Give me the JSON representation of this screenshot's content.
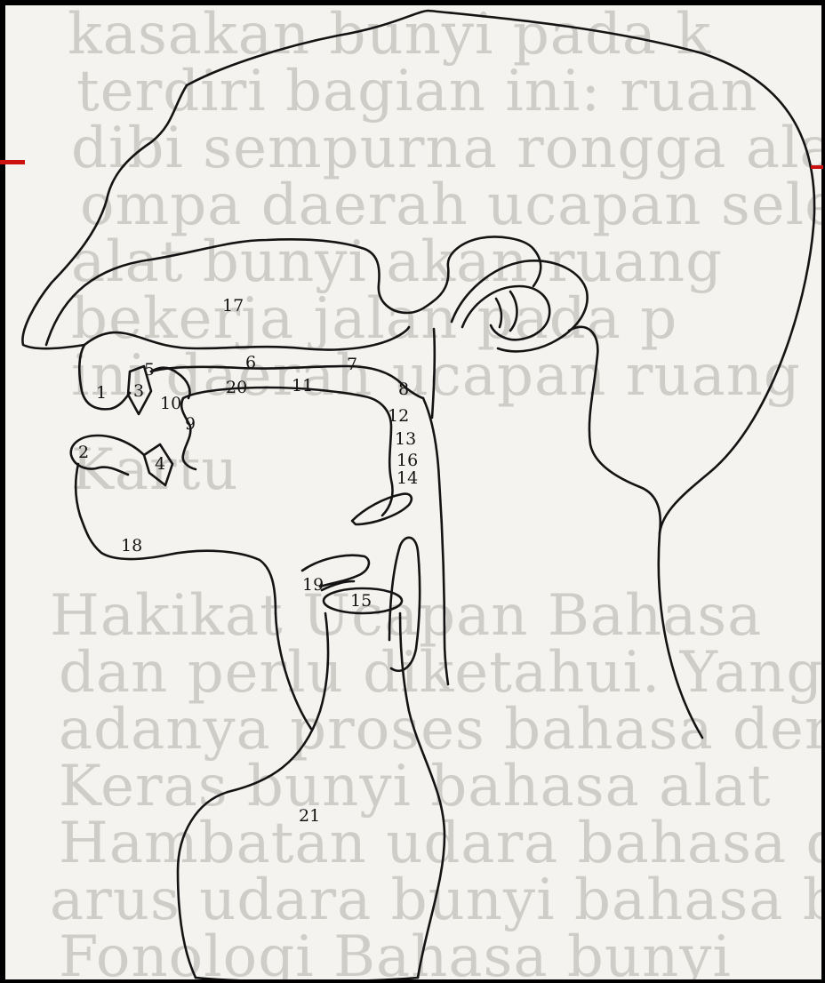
{
  "background_text": {
    "lines": [
      "kasakan bunyi pada k",
      "terdiri bagian ini: ruan",
      "dibi sempurna rongga alat",
      "ompa daerah ucapan sele",
      "alat bunyi akan ruang",
      "bekerja jalan pada p",
      "ini daerah ucapan ruang",
      "Kartu",
      "Hakikat Ucapan Bahasa",
      "dan perlu diketahui. Yang",
      "adanya proses bahasa dengan",
      "Keras bunyi bahasa alat",
      "Hambatan udara bahasa dan",
      "arus udara bunyi bahasa bel",
      "Fonologi Bahasa bunyi"
    ]
  },
  "diagram": {
    "labels": [
      {
        "id": "1",
        "text": "1"
      },
      {
        "id": "2",
        "text": "2"
      },
      {
        "id": "3",
        "text": "3"
      },
      {
        "id": "4",
        "text": "4"
      },
      {
        "id": "5",
        "text": "5"
      },
      {
        "id": "6",
        "text": "6"
      },
      {
        "id": "7",
        "text": "7"
      },
      {
        "id": "8",
        "text": "8"
      },
      {
        "id": "9",
        "text": "9"
      },
      {
        "id": "10",
        "text": "10"
      },
      {
        "id": "11",
        "text": "11"
      },
      {
        "id": "12",
        "text": "12"
      },
      {
        "id": "13",
        "text": "13"
      },
      {
        "id": "14",
        "text": "14"
      },
      {
        "id": "15",
        "text": "15"
      },
      {
        "id": "16",
        "text": "16"
      },
      {
        "id": "17",
        "text": "17"
      },
      {
        "id": "18",
        "text": "18"
      },
      {
        "id": "19",
        "text": "19"
      },
      {
        "id": "20",
        "text": "20"
      },
      {
        "id": "21",
        "text": "21"
      }
    ]
  },
  "colors": {
    "frame": "#000000",
    "paper": "#f4f3ef",
    "ink": "#141414",
    "ghost_text": "#c9c7c2",
    "accent_rule": "#cc1111"
  }
}
